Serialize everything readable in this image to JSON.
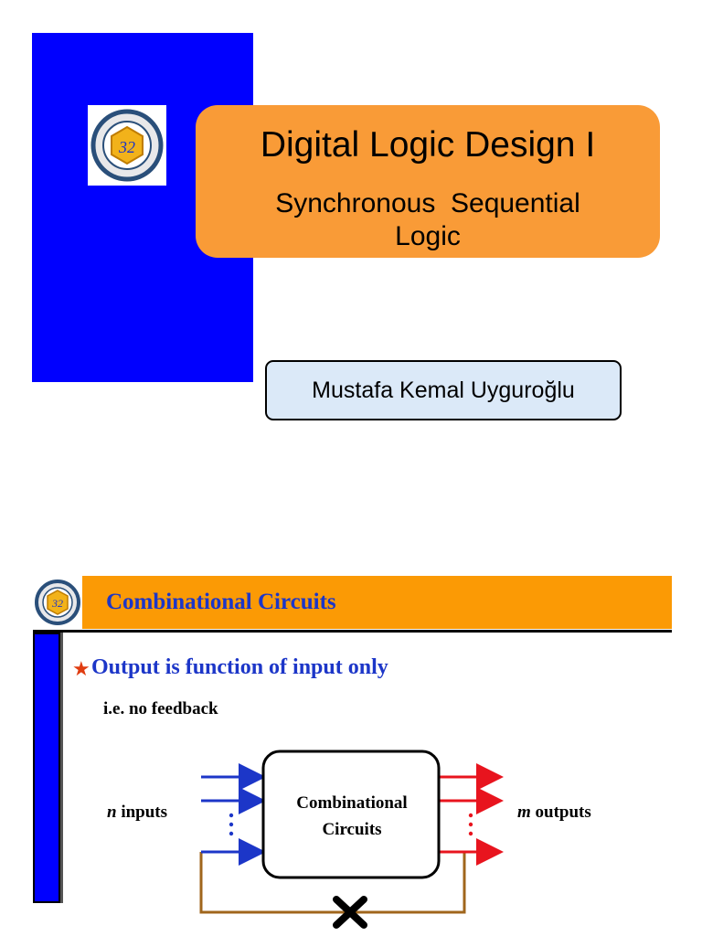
{
  "slide1": {
    "title": "Digital Logic Design I",
    "subtitle_line1": "Synchronous  Sequential",
    "subtitle_line2": "Logic",
    "author": "Mustafa Kemal Uyguroğlu",
    "logo_icon": "university-seal-icon",
    "colors": {
      "panel": "#0000ff",
      "title_box": "#f99b37",
      "author_box": "#dbe9f8"
    }
  },
  "slide2": {
    "title": "Combinational Circuits",
    "bullet": "Output is function of input only",
    "bullet_icon": "star-icon",
    "note": "i.e. no feedback",
    "diagram": {
      "block_line1": "Combinational",
      "block_line2": "Circuits",
      "inputs_italic": "n",
      "inputs_text": " inputs",
      "outputs_italic": "m",
      "outputs_text": " outputs",
      "feedback_icon": "cross-icon"
    },
    "colors": {
      "header": "#fb9a05",
      "title": "#1c36c8",
      "input_arrows": "#1c36c8",
      "output_arrows": "#e8141e",
      "feedback": "#a0661c"
    }
  }
}
